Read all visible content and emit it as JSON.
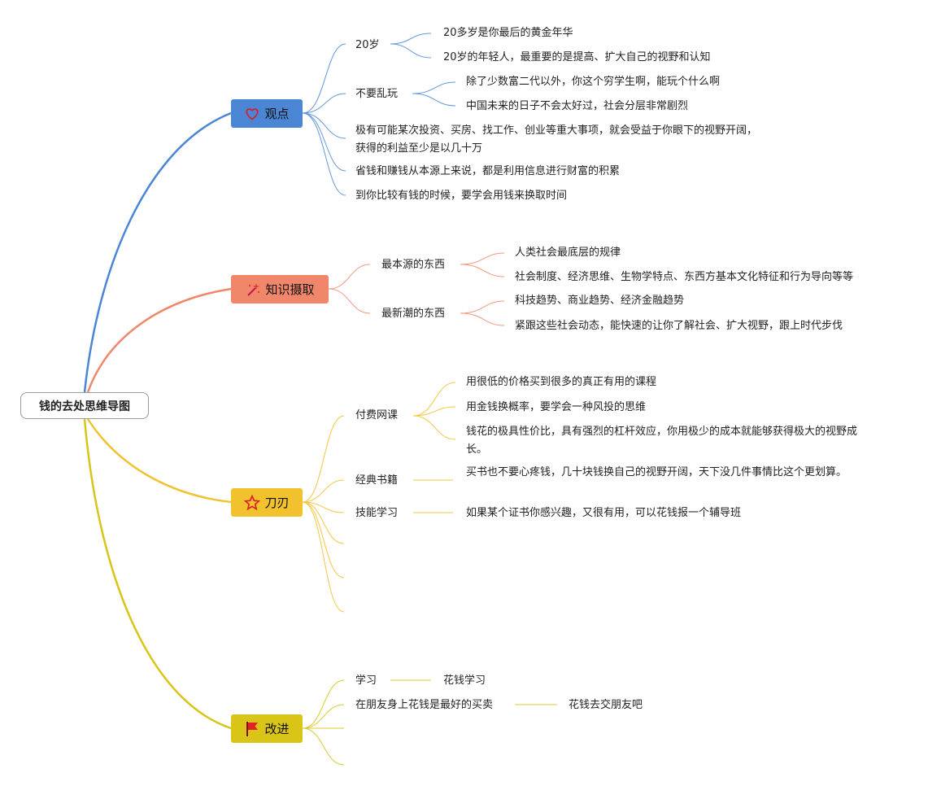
{
  "root": {
    "label": "钱的去处思维导图"
  },
  "branches": {
    "guandian": {
      "label": "观点",
      "icon": "heart-icon",
      "color": "#4a86d4",
      "items": {
        "age20": {
          "label": "20岁",
          "children": [
            "20多岁是你最后的黄金年华",
            "20岁的年轻人，最重要的是提高、扩大自己的视野和认知"
          ]
        },
        "noplay": {
          "label": "不要乱玩",
          "children": [
            "除了少数富二代以外，你这个穷学生啊，能玩个什么啊",
            "中国未来的日子不会太好过，社会分层非常剧烈"
          ]
        },
        "invest": "极有可能某次投资、买房、找工作、创业等重大事项，就会受益于你眼下的视野开阔，获得的利益至少是以几十万",
        "save": "省钱和赚钱从本源上来说，都是利用信息进行财富的积累",
        "time": "到你比较有钱的时候，要学会用钱来换取时间"
      }
    },
    "zhishi": {
      "label": "知识摄取",
      "icon": "magic-wand-icon",
      "color": "#f0876a",
      "items": {
        "basic": {
          "label": "最本源的东西",
          "children": [
            "人类社会最底层的规律",
            "社会制度、经济思维、生物学特点、东西方基本文化特征和行为导向等等"
          ]
        },
        "trend": {
          "label": "最新潮的东西",
          "children": [
            "科技趋势、商业趋势、经济金融趋势",
            "紧跟这些社会动态，能快速的让你了解社会、扩大视野，跟上时代步伐"
          ]
        }
      }
    },
    "daoren": {
      "label": "刀刃",
      "icon": "star-icon",
      "color": "#f2c12e",
      "items": {
        "paid": {
          "label": "付费网课",
          "children": [
            "用很低的价格买到很多的真正有用的课程",
            "用金钱换概率，要学会一种风投的思维",
            "钱花的极具性价比，具有强烈的杠杆效应，你用极少的成本就能够获得极大的视野成长。"
          ]
        },
        "books": {
          "label": "经典书籍",
          "children": [
            "买书也不要心疼钱，几十块钱换自己的视野开阔，天下没几件事情比这个更划算。"
          ]
        },
        "skills": {
          "label": "技能学习",
          "children": [
            "如果某个证书你感兴趣，又很有用，可以花钱报一个辅导班"
          ]
        }
      }
    },
    "gaijin": {
      "label": "改进",
      "icon": "flag-icon",
      "color": "#d9c418",
      "items": {
        "study": {
          "label": "学习",
          "children": [
            "花钱学习"
          ]
        },
        "friends": {
          "label": "在朋友身上花钱是最好的买卖",
          "children": [
            "花钱去交朋友吧"
          ]
        }
      }
    }
  }
}
